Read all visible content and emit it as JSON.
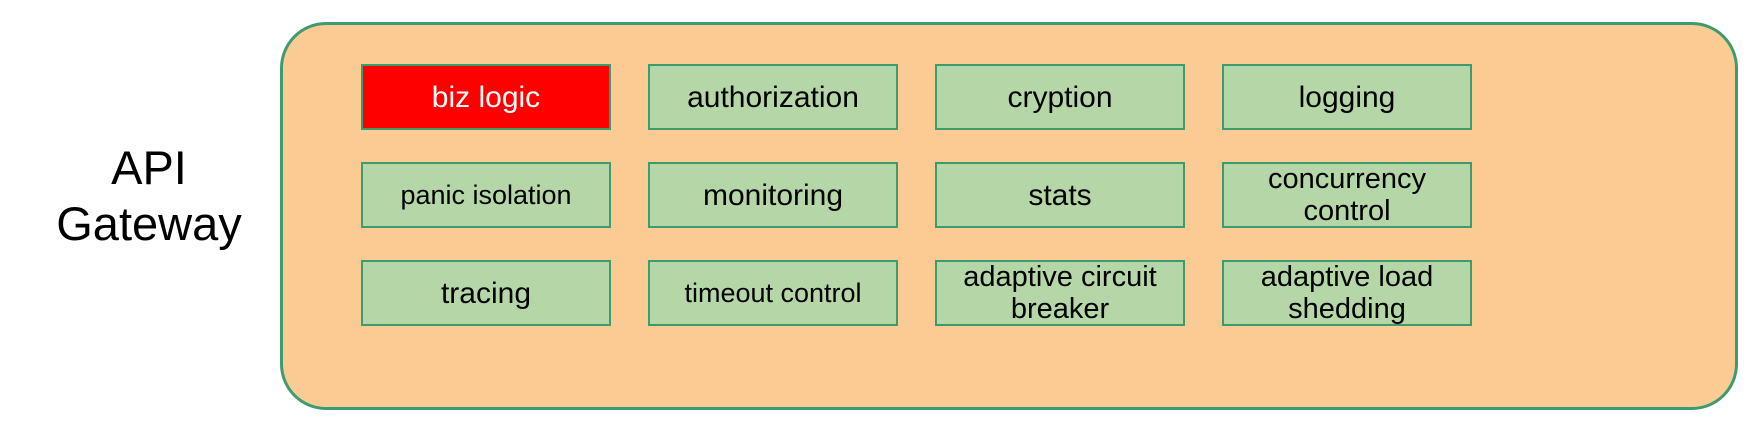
{
  "diagram": {
    "side_label": "API\nGateway",
    "container_name": "api-gateway-container",
    "colors": {
      "container_fill": "#fcca93",
      "container_border": "#3d9c6d",
      "box_fill": "#b5d6a7",
      "box_border": "#3d9c6d",
      "highlight_fill": "#ff0000",
      "highlight_text": "#ffffff",
      "text": "#000000",
      "page_background": "#ffffff"
    },
    "grid": {
      "columns": 4,
      "rows": 3,
      "boxes": [
        {
          "label": "biz logic",
          "highlight": true,
          "lines": 1
        },
        {
          "label": "authorization",
          "highlight": false,
          "lines": 1
        },
        {
          "label": "cryption",
          "highlight": false,
          "lines": 1
        },
        {
          "label": "logging",
          "highlight": false,
          "lines": 1
        },
        {
          "label": "panic isolation",
          "highlight": false,
          "lines": 1
        },
        {
          "label": "monitoring",
          "highlight": false,
          "lines": 1
        },
        {
          "label": "stats",
          "highlight": false,
          "lines": 1
        },
        {
          "label": "concurrency\ncontrol",
          "highlight": false,
          "lines": 2
        },
        {
          "label": "tracing",
          "highlight": false,
          "lines": 1
        },
        {
          "label": "timeout control",
          "highlight": false,
          "lines": 1
        },
        {
          "label": "adaptive circuit\nbreaker",
          "highlight": false,
          "lines": 2
        },
        {
          "label": "adaptive load\nshedding",
          "highlight": false,
          "lines": 2
        }
      ]
    }
  }
}
